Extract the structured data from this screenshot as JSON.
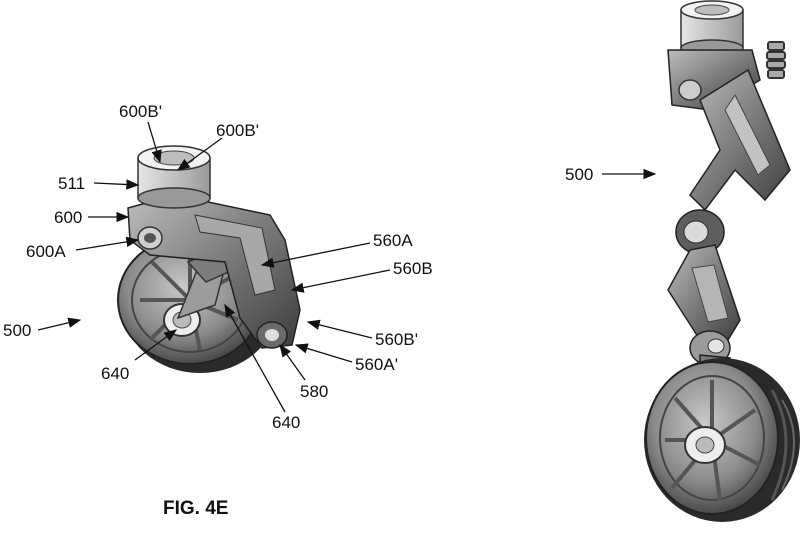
{
  "figure": {
    "caption": "FIG. 4E",
    "labels": {
      "a_600b_prime_top": "600B'",
      "a_600b_prime_right": "600B'",
      "a_511": "511",
      "a_600": "600",
      "a_600a": "600A",
      "a_500": "500",
      "a_640_left": "640",
      "a_640_bottom": "640",
      "a_580": "580",
      "a_560a": "560A",
      "a_560b": "560B",
      "a_560b_prime": "560B'",
      "a_560a_prime": "560A'",
      "b_500": "500"
    }
  }
}
